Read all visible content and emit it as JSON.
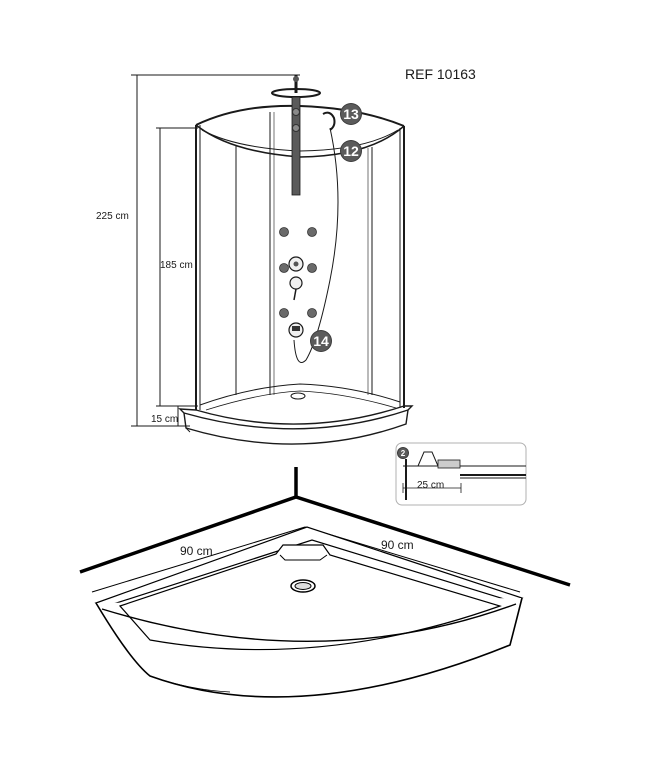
{
  "reference": "REF 10163",
  "dimensions": {
    "total_height": "225 cm",
    "cabin_height": "185 cm",
    "tray_height": "15 cm",
    "drain_offset": "25 cm",
    "width_left": "90 cm",
    "width_right": "90 cm"
  },
  "callouts": {
    "c13": "13",
    "c12": "12",
    "c14": "14",
    "c2": "2"
  },
  "colors": {
    "line": "#1a1a1a",
    "badge": "#5b5b5b",
    "tray_outline": "#000000"
  }
}
